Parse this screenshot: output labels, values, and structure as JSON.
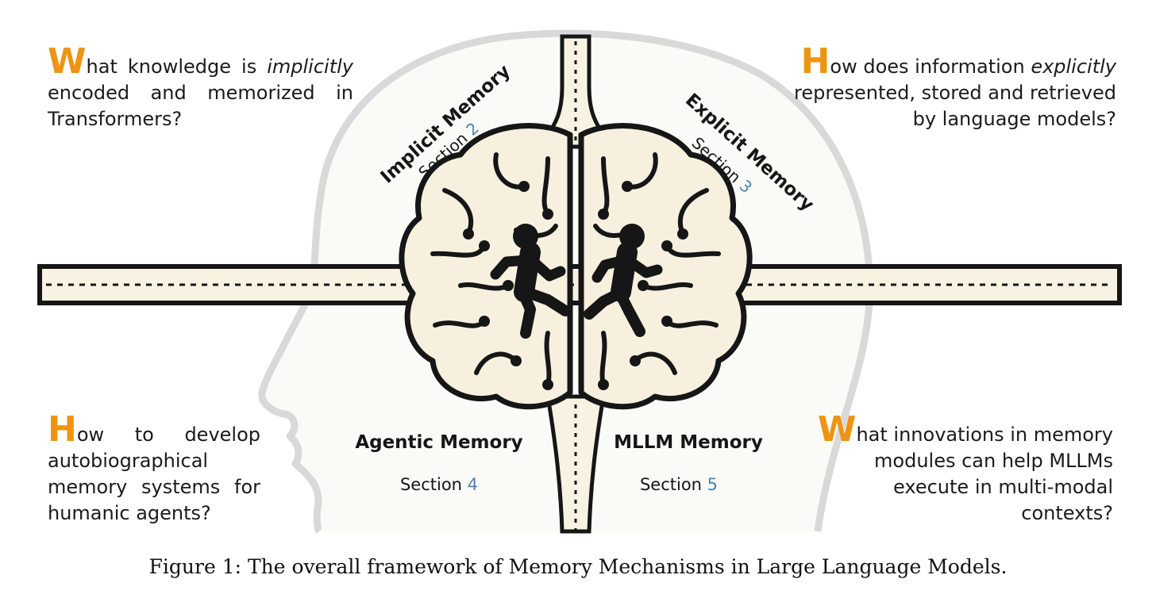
{
  "questions": {
    "top_left": {
      "cap": "W",
      "pre": "hat knowledge is ",
      "em": "implicitly",
      "post": " encoded and memorized in Transformers?"
    },
    "top_right": {
      "cap": "H",
      "pre": "ow does information ",
      "em": "explicitly",
      "post": " represented, stored and retrieved by language models?"
    },
    "bottom_left": {
      "cap": "H",
      "pre": "ow to develop autobiographical memory systems for humanic agents?",
      "em": "",
      "post": ""
    },
    "bottom_right": {
      "cap": "W",
      "pre": "hat innovations in memory modules can help MLLMs execute in multi-modal contexts?",
      "em": "",
      "post": ""
    }
  },
  "sections": {
    "implicit": {
      "title": "Implicit Memory",
      "prefix": "Section ",
      "num": "2"
    },
    "explicit": {
      "title": "Explicit Memory",
      "prefix": "Section ",
      "num": "3"
    },
    "agentic": {
      "title": "Agentic Memory",
      "prefix": "Section ",
      "num": "4"
    },
    "mllm": {
      "title": "MLLM Memory",
      "prefix": "Section ",
      "num": "5"
    }
  },
  "caption": "Figure 1: The overall framework of Memory Mechanisms in Large Language Models.",
  "colors": {
    "accent": "#ee9413",
    "section_num": "#4a86b5",
    "road": "#f8f2e2",
    "ink": "#161616"
  }
}
